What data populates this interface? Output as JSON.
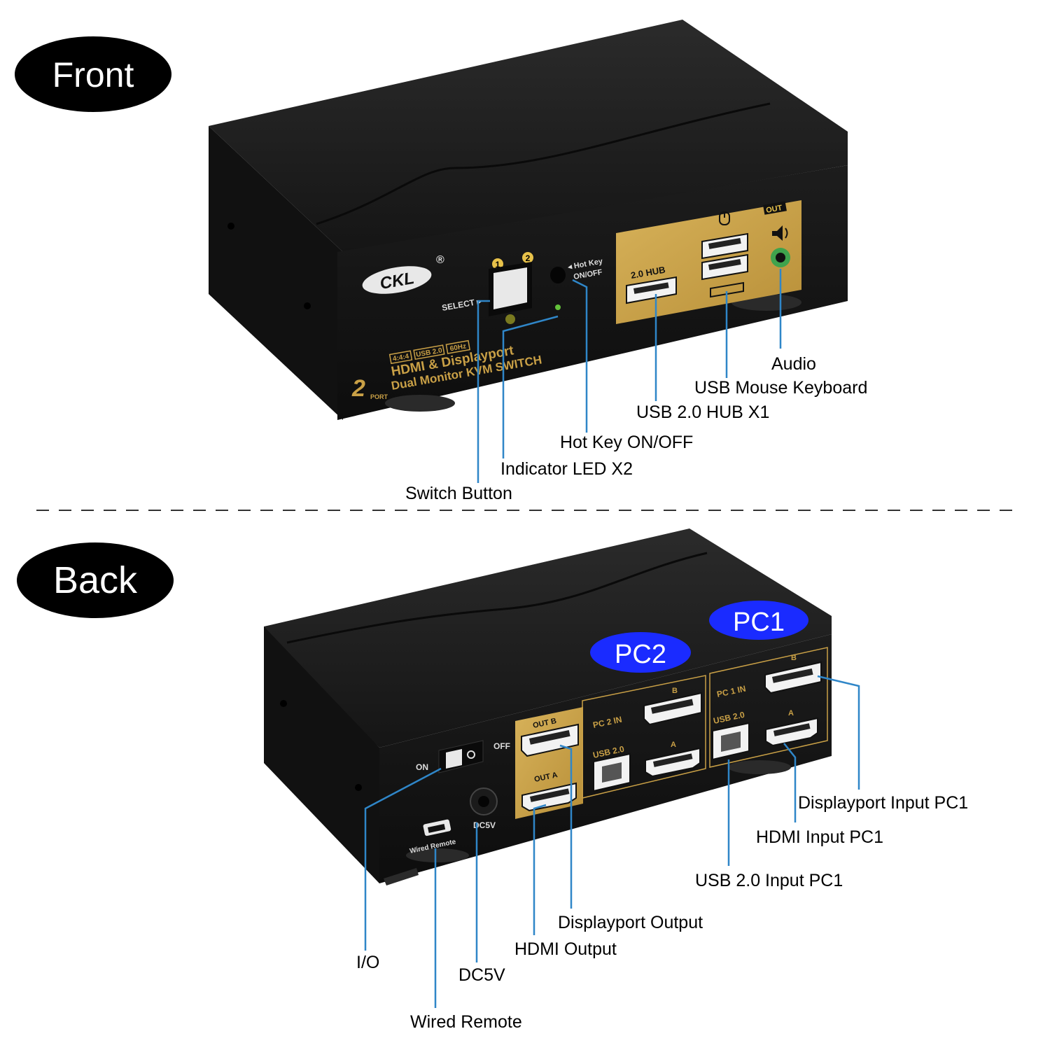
{
  "sections": {
    "front": "Front",
    "back": "Back"
  },
  "badges": {
    "pc1": "PC1",
    "pc2": "PC2"
  },
  "device": {
    "brand": "CKL",
    "brand_mark": "®",
    "product_line1": "HDMI & Displayport",
    "product_line2": "Dual Monitor KVM SWITCH",
    "port_count": "2",
    "port_word": "PORT",
    "spec_badges": [
      "4:4:4",
      "USB 2.0",
      "60Hz"
    ],
    "front_panel": {
      "select_label": "SELECT ▸",
      "port_1": "1",
      "port_2": "2",
      "hotkey_label_1": "◂ Hot Key",
      "hotkey_label_2": "ON/OFF",
      "hub_label": "2.0 HUB",
      "out_label": "OUT"
    },
    "back_panel": {
      "on_label": "ON",
      "off_label": "OFF",
      "wired_remote_label": "Wired Remote",
      "dc_label": "DC5V",
      "out_b": "OUT B",
      "out_a": "OUT A",
      "pc2_in": "PC 2 IN",
      "pc1_in": "PC 1 IN",
      "usb_2_0_left": "USB 2.0",
      "usb_2_0_right": "USB 2.0",
      "port_b": "B",
      "port_a": "A"
    }
  },
  "front_callouts": {
    "audio": "Audio",
    "usb_mouse_keyboard": "USB Mouse Keyboard",
    "usb_hub": "USB 2.0 HUB X1",
    "hot_key": "Hot Key ON/OFF",
    "indicator_led": "Indicator LED X2",
    "switch_button": "Switch Button"
  },
  "back_callouts": {
    "displayport_input_pc1": "Displayport Input PC1",
    "hdmi_input_pc1": "HDMI Input PC1",
    "usb_input_pc1": "USB 2.0 Input PC1",
    "displayport_output": "Displayport Output",
    "hdmi_output": "HDMI Output",
    "io": "I/O",
    "dc5v": "DC5V",
    "wired_remote": "Wired Remote"
  },
  "colors": {
    "pill": "#000000",
    "badge_blue": "#1a2bff",
    "gold_panel": "#c9a046",
    "callout_line": "#2f86c8",
    "body_dark": "#1c1c1c"
  }
}
